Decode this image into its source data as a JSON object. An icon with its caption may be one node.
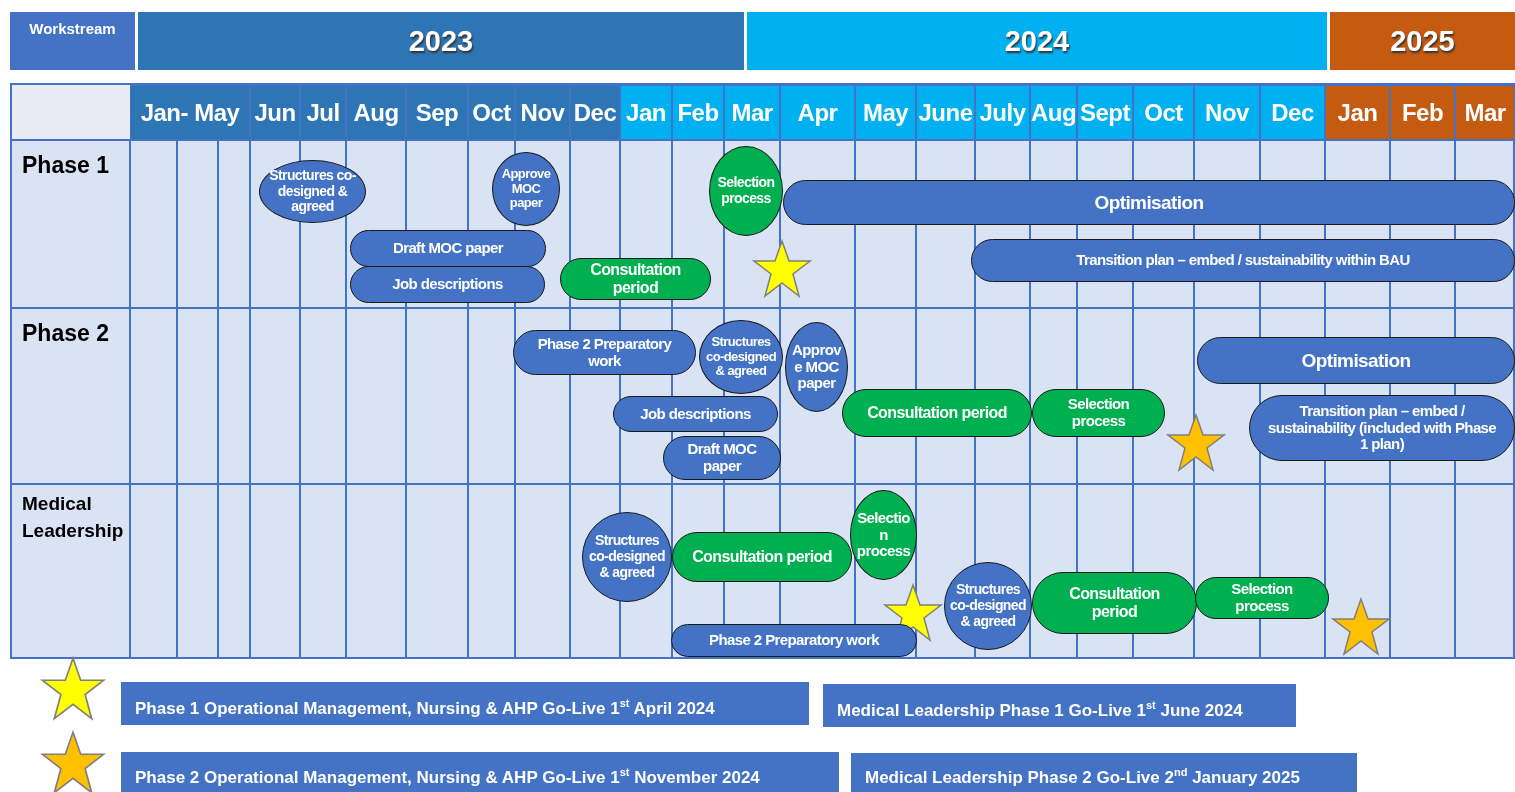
{
  "diagram": {
    "nodes": [
      {
        "text": [
          "Structures co-designed & agreed"
        ]
      },
      {
        "text": [
          "Approve MOC paper"
        ]
      },
      {
        "text": [
          "Selection process"
        ]
      },
      {
        "text": [
          "Optimisation"
        ]
      },
      {
        "text": [
          "Draft MOC paper"
        ]
      },
      {
        "text": [
          "Job descriptions"
        ]
      },
      {
        "text": [
          "Consultation period"
        ]
      },
      {
        "text": [],
        "shape": "star"
      },
      {
        "text": [
          "Transition plan – embed / sustainability within BAU"
        ]
      },
      {
        "text": [
          "Phase 2 Preparatory work"
        ]
      },
      {
        "text": [
          "Structures co-designed & agreed"
        ]
      },
      {
        "text": [
          "Approve MOC paper"
        ]
      },
      {
        "text": [
          "Optimisation"
        ]
      },
      {
        "text": [
          "Job descriptions"
        ]
      },
      {
        "text": [
          "Consultation period"
        ]
      },
      {
        "text": [
          "Selection process"
        ]
      },
      {
        "text": [
          "Transition plan – embed / sustainability (included with Phase 1 plan)"
        ]
      },
      {
        "text": [],
        "shape": "star"
      },
      {
        "text": [
          "Draft MOC paper"
        ]
      },
      {
        "text": [
          "Selection process"
        ]
      },
      {
        "text": [
          "Structures co-designed & agreed"
        ]
      },
      {
        "text": [
          "Consultation period"
        ]
      },
      {
        "text": [
          "Structures co-designed & agreed"
        ]
      },
      {
        "text": [
          "Consultation period"
        ]
      },
      {
        "text": [
          "Selection process"
        ]
      },
      {
        "text": [],
        "shape": "star"
      },
      {
        "text": [
          "Phase 2 Preparatory work"
        ]
      },
      {
        "text": [],
        "shape": "star"
      }
    ],
    "labels": [
      "Workstream",
      "2023",
      "2024",
      "2025",
      "Jan- May",
      "Jun",
      "Jul",
      "Aug",
      "Sep",
      "Oct",
      "Nov",
      "Dec",
      "Jan",
      "Feb",
      "Mar",
      "Apr",
      "May",
      "June",
      "July",
      "Aug",
      "Sept",
      "Oct",
      "Nov",
      "Dec",
      "Jan",
      "Feb",
      "Mar",
      "Phase 1",
      "Phase 2",
      "Medical Leadership"
    ],
    "legend": [
      {
        "text": "Phase 1 Operational Management, Nursing & AHP Go-Live 1$^{st}$ April 2024"
      },
      {
        "text": "Medical Leadership Phase 1 Go-Live 1$^{st}$ June 2024"
      },
      {
        "text": "Phase 2 Operational Management, Nursing & AHP Go-Live 1$^{st}$ November 2024"
      },
      {
        "text": "Medical Leadership Phase 2 Go-Live 2$^{nd}$ January 2025"
      }
    ]
  }
}
